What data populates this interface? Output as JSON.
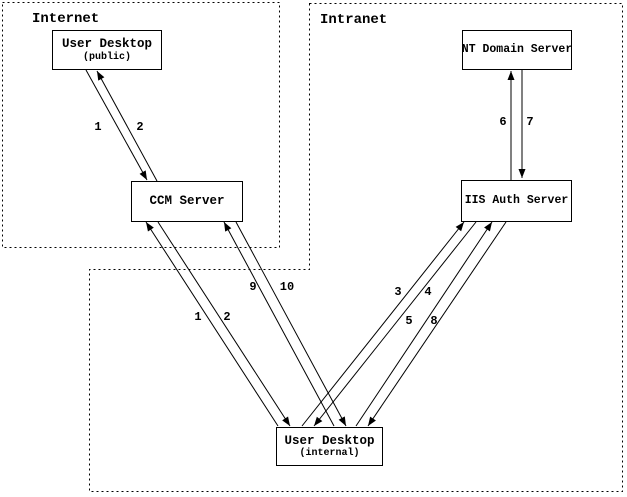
{
  "diagram": {
    "regions": {
      "internet": "Internet",
      "intranet": "Intranet"
    },
    "nodes": {
      "user_desktop_public": {
        "title": "User Desktop",
        "subtitle": "(public)"
      },
      "ccm_server": {
        "title": "CCM Server"
      },
      "nt_domain_server": {
        "title": "NT Domain Server"
      },
      "iis_auth_server": {
        "title": "IIS Auth Server"
      },
      "user_desktop_internal": {
        "title": "User Desktop",
        "subtitle": "(internal)"
      }
    },
    "flow_labels": {
      "public_leg": {
        "l1": "1",
        "l2": "2"
      },
      "ccm_leg": {
        "l1": "1",
        "l2": "2",
        "l9": "9",
        "l10": "10"
      },
      "iis_leg": {
        "l3": "3",
        "l4": "4",
        "l5": "5",
        "l8": "8"
      },
      "nt_leg": {
        "l6": "6",
        "l7": "7"
      }
    },
    "colors": {
      "ink": "#000000",
      "paper": "#ffffff"
    }
  }
}
